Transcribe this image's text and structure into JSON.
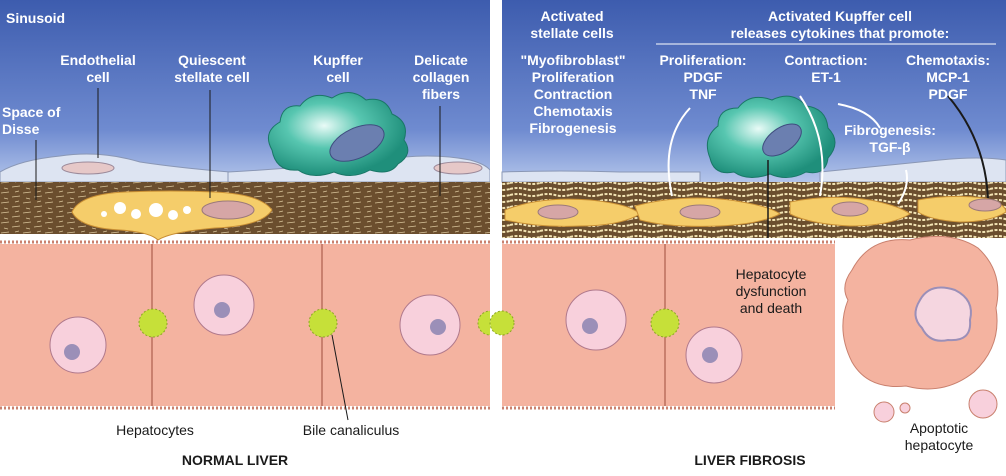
{
  "normal": {
    "title": "NORMAL LIVER",
    "sinusoid": "Sinusoid",
    "endothelial": [
      "Endothelial",
      "cell"
    ],
    "quiescent": [
      "Quiescent",
      "stellate cell"
    ],
    "kupffer": [
      "Kupffer",
      "cell"
    ],
    "collagen": [
      "Delicate",
      "collagen",
      "fibers"
    ],
    "disse": [
      "Space of",
      "Disse"
    ],
    "hepatocytes": "Hepatocytes",
    "bile": "Bile canaliculus"
  },
  "fibrosis": {
    "title": "LIVER FIBROSIS",
    "activated": [
      "Activated",
      "stellate cells"
    ],
    "myo": [
      "\"Myofibroblast\"",
      "Proliferation",
      "Contraction",
      "Chemotaxis",
      "Fibrogenesis"
    ],
    "kupffer_header": [
      "Activated Kupffer cell",
      "releases cytokines that promote:"
    ],
    "prolif": [
      "Proliferation:",
      "PDGF",
      "TNF"
    ],
    "contraction": [
      "Contraction:",
      "ET-1"
    ],
    "chemotaxis": [
      "Chemotaxis:",
      "MCP-1",
      "PDGF"
    ],
    "fibrogenesis": [
      "Fibrogenesis:",
      "TGF-β"
    ],
    "dysfunction": [
      "Hepatocyte",
      "dysfunction",
      "and death"
    ],
    "apoptotic": [
      "Apoptotic",
      "hepatocyte"
    ]
  },
  "colors": {
    "sinusoid_top": "#3f5fb0",
    "sinusoid_bottom": "#a9bde6",
    "disse": "#6b4e2e",
    "hepatocyte": "#f4b3a0",
    "stellate": "#f5cd6a",
    "kupffer": "#2ea58f",
    "endothelium": "#dde4f2"
  }
}
